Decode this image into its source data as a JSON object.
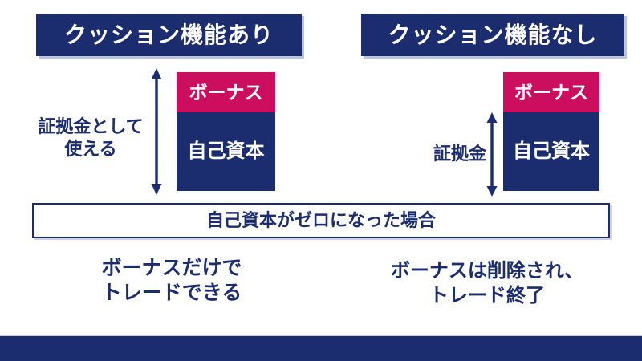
{
  "colors": {
    "navy": "#1b2d6e",
    "pink": "#cc0e5f",
    "background": "#ffffff",
    "header_shadow": "#bac4dd"
  },
  "left_panel": {
    "header": "クッション機能あり",
    "arrow_label_line1": "証拠金として",
    "arrow_label_line2": "使える",
    "bonus_label": "ボーナス",
    "equity_label": "自己資本",
    "caption_line1": "ボーナスだけで",
    "caption_line2": "トレードできる"
  },
  "right_panel": {
    "header": "クッション機能なし",
    "arrow_label": "証拠金",
    "bonus_label": "ボーナス",
    "equity_label": "自己資本",
    "caption_line1": "ボーナスは削除され、",
    "caption_line2": "トレード終了"
  },
  "banner": {
    "text": "自己資本がゼロになった場合"
  }
}
